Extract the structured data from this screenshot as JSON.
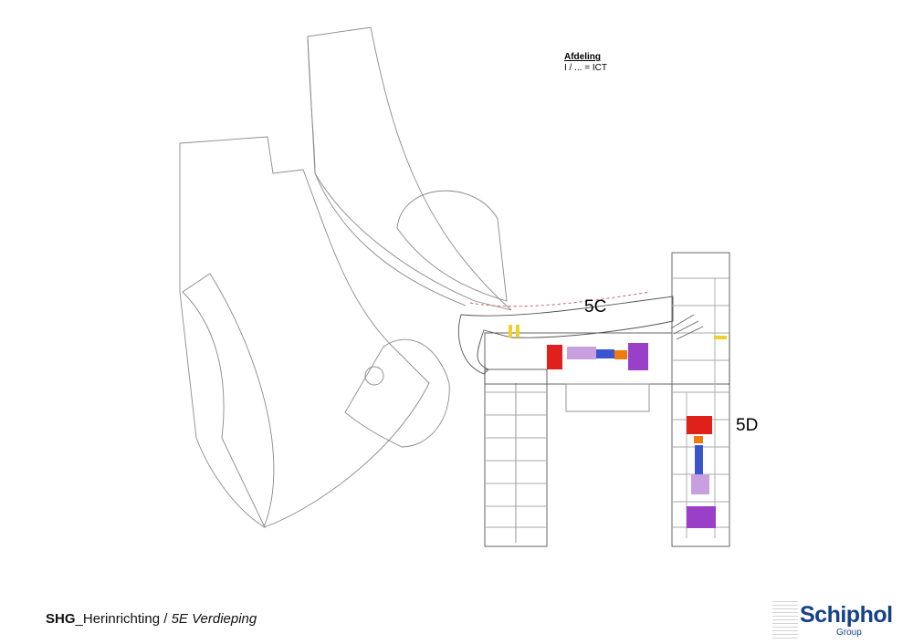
{
  "legend": {
    "title": "Afdeling",
    "line": "I / ... = ICT"
  },
  "wings": {
    "label_c": "5C",
    "label_d": "5D"
  },
  "footer": {
    "prefix": "SHG",
    "middle": "_Herinrichting / ",
    "floor": "5E Verdieping"
  },
  "logo": {
    "brand": "Schiphol",
    "group": "Group"
  },
  "colors": {
    "red": "#e0201b",
    "purple": "#9a3fc8",
    "blue": "#3a55d0",
    "orange": "#f07a10",
    "yellow": "#f0d02a",
    "lilac": "#c8a0e0"
  }
}
